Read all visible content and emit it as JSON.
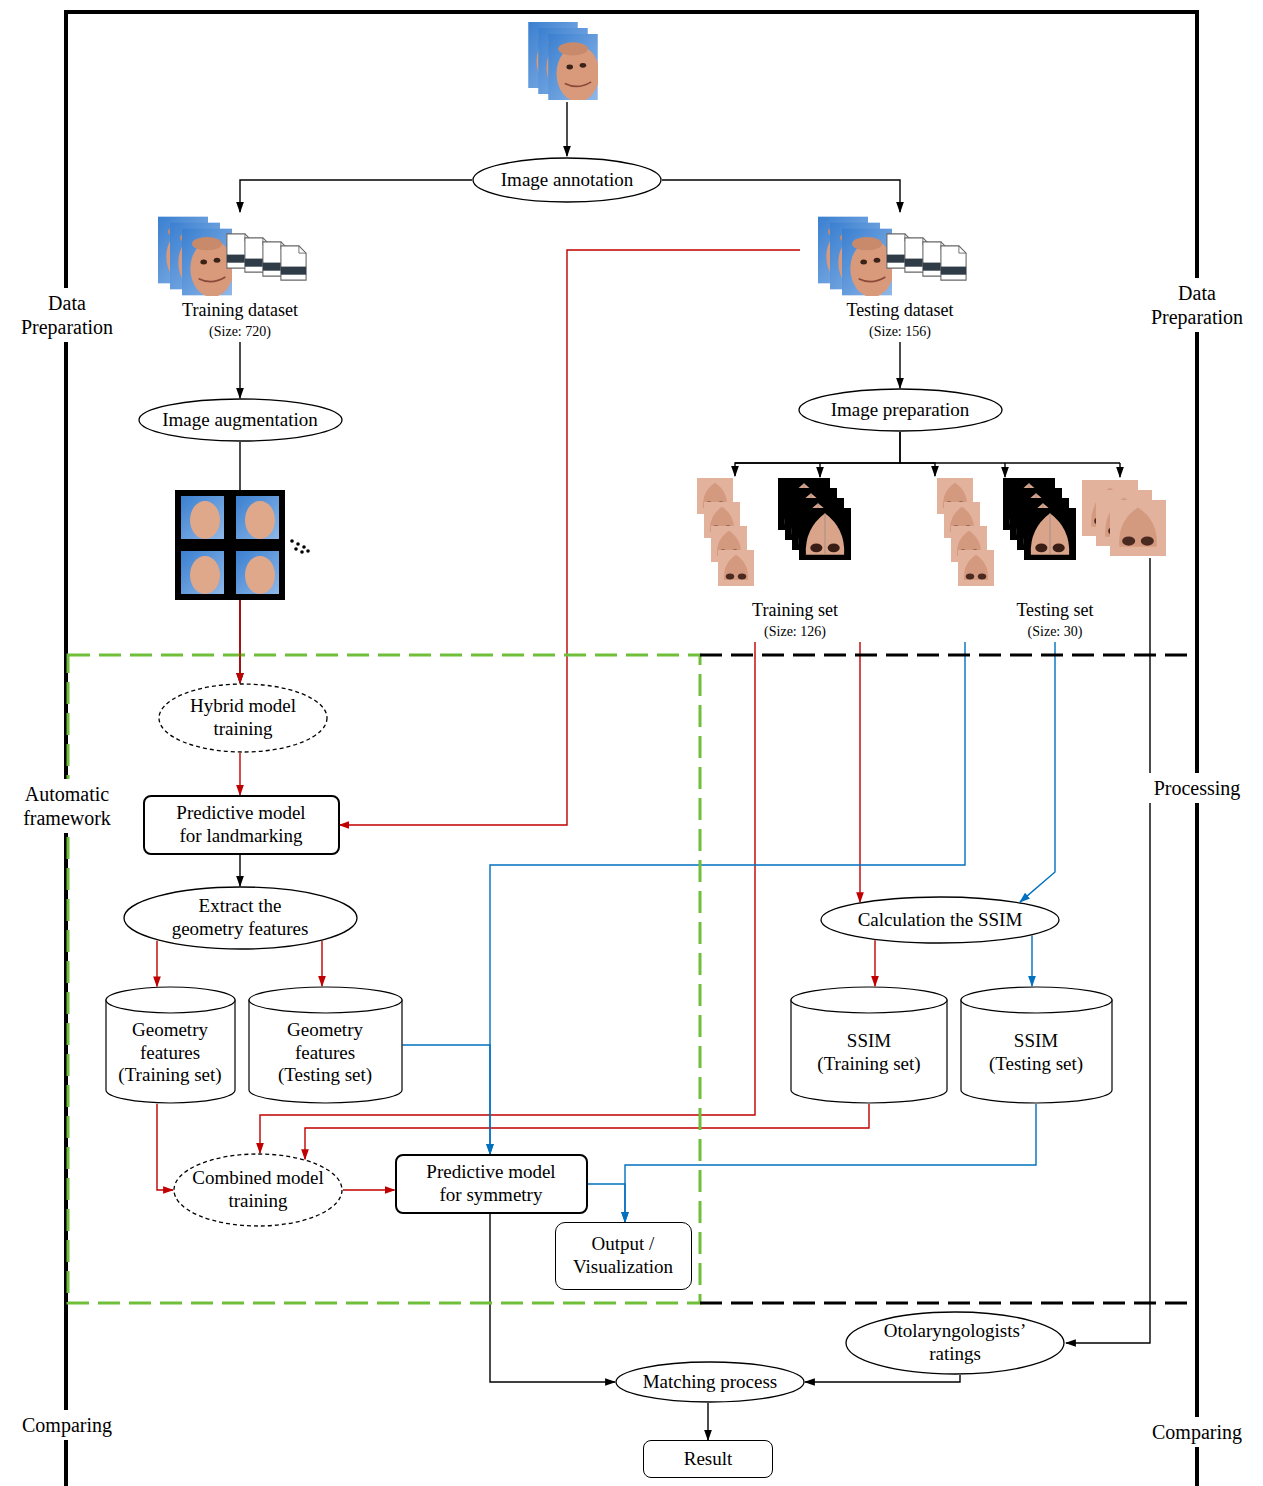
{
  "diagram": {
    "nodes": [
      {
        "text": [
          "Image annotation"
        ]
      },
      {
        "text": [
          "Training dataset",
          "(Size: 720)"
        ]
      },
      {
        "text": [
          "Testing dataset",
          "(Size: 156)"
        ]
      },
      {
        "text": [
          "Image augmentation"
        ]
      },
      {
        "text": [
          "Image preparation"
        ]
      },
      {
        "text": [
          "Training set",
          "(Size: 126)"
        ]
      },
      {
        "text": [
          "Testing set",
          "(Size: 30)"
        ]
      },
      {
        "text": [
          "Hybrid model training"
        ]
      },
      {
        "text": [
          "Predictive model for landmarking"
        ]
      },
      {
        "text": [
          "Extract the geometry features"
        ]
      },
      {
        "text": [
          "Geometry features",
          "(Training set)"
        ]
      },
      {
        "text": [
          "Geometry features",
          "(Testing set)"
        ]
      },
      {
        "text": [
          "Calculation the SSIM"
        ]
      },
      {
        "text": [
          "SSIM",
          "(Training set)"
        ]
      },
      {
        "text": [
          "SSIM",
          "(Testing set)"
        ]
      },
      {
        "text": [
          "Combined model training"
        ]
      },
      {
        "text": [
          "Predictive model for symmetry"
        ]
      },
      {
        "text": [
          "Output / Visualization"
        ]
      },
      {
        "text": [
          "Otolaryngologists’ ratings"
        ]
      },
      {
        "text": [
          "Matching process"
        ]
      },
      {
        "text": [
          "Result"
        ]
      }
    ],
    "edges": [
      {
        "from": 0,
        "to": 1,
        "arrow": "to"
      },
      {
        "from": 0,
        "to": 2,
        "arrow": "to"
      },
      {
        "from": 1,
        "to": 3,
        "arrow": "to"
      },
      {
        "from": 2,
        "to": 4,
        "arrow": "to"
      },
      {
        "from": 4,
        "to": 5,
        "arrow": "to"
      },
      {
        "from": 4,
        "to": 6,
        "arrow": "to"
      },
      {
        "from": 3,
        "to": 7,
        "arrow": "to"
      },
      {
        "from": 7,
        "to": 8,
        "arrow": "to"
      },
      {
        "from": 2,
        "to": 8,
        "arrow": "to"
      },
      {
        "from": 8,
        "to": 9,
        "arrow": "to"
      },
      {
        "from": 9,
        "to": 10,
        "arrow": "to"
      },
      {
        "from": 9,
        "to": 11,
        "arrow": "to"
      },
      {
        "from": 5,
        "to": 12,
        "arrow": "to"
      },
      {
        "from": 5,
        "to": 15,
        "arrow": "to"
      },
      {
        "from": 6,
        "to": 12,
        "arrow": "to"
      },
      {
        "from": 6,
        "to": 16,
        "arrow": "to"
      },
      {
        "from": 12,
        "to": 13,
        "arrow": "to"
      },
      {
        "from": 12,
        "to": 14,
        "arrow": "to"
      },
      {
        "from": 10,
        "to": 15,
        "arrow": "to"
      },
      {
        "from": 13,
        "to": 15,
        "arrow": "to"
      },
      {
        "from": 15,
        "to": 16,
        "arrow": "to"
      },
      {
        "from": 11,
        "to": 16,
        "arrow": "to"
      },
      {
        "from": 14,
        "to": 17,
        "arrow": "to"
      },
      {
        "from": 16,
        "to": 17,
        "arrow": "to"
      },
      {
        "from": 16,
        "to": 19,
        "arrow": "to"
      },
      {
        "from": 18,
        "to": 19,
        "arrow": "to"
      },
      {
        "from": 19,
        "to": 20,
        "arrow": "to"
      }
    ],
    "labels": [
      "Data Preparation",
      "Data Preparation",
      "Automatic framework",
      "Processing",
      "Comparing",
      "Comparing"
    ]
  }
}
